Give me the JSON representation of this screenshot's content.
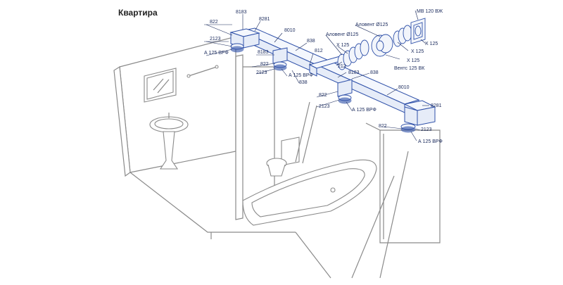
{
  "title": "Квартира",
  "labels": {
    "l8183_a": "8183",
    "l8281_a": "8281",
    "l822_a": "822",
    "l2123_a": "2123",
    "la125_a": "А 125 ВРФ",
    "l8010_a": "8010",
    "l8183_b": "8183",
    "l838_a": "838",
    "l822_b": "822",
    "l2123_b": "2123",
    "la125_b": "А 125 ВРФ",
    "l838_b": "838",
    "l812": "812",
    "l212": "212",
    "l8183_c": "8183",
    "l838_c": "838",
    "l822_c": "822",
    "l2123_c": "2123",
    "la125_c": "А 125 ВРФ",
    "l8010_b": "8010",
    "l8281_b": "8281",
    "l822_d": "822",
    "l2123_d": "2123",
    "la125_d": "А 125 ВРФ",
    "lalu1": "Аловент Ø125",
    "lalu2": "Аловент Ø125",
    "lx125_a": "Х 125",
    "lx125_b": "Х 125",
    "lx125_c": "Х 125",
    "lx125_d": "Х 125",
    "lmv": "МВ 120 ВЖ",
    "lvents": "Вентс 125 ВК"
  },
  "colors": {
    "duct": "#2d4fa8",
    "wall": "#8a8a8a",
    "label": "#1a2a5c"
  }
}
